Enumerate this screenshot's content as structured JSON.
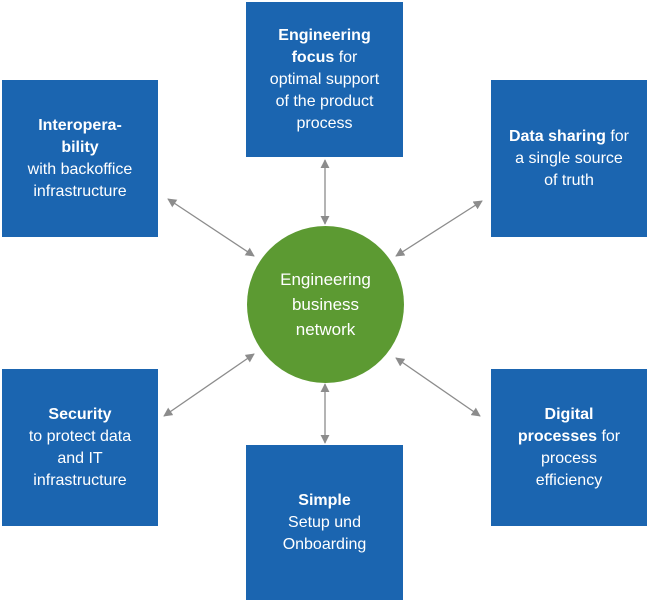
{
  "center": {
    "line1": "Engineering",
    "line2": "business",
    "line3": "network"
  },
  "colors": {
    "box": "#1b65b0",
    "center": "#5c9a32",
    "arrow": "#8c8c8c"
  },
  "boxes": {
    "top": {
      "bold1": "Engineering",
      "bold2": "focus",
      "rest2": " for",
      "line3": "optimal support",
      "line4": "of the product",
      "line5": "process"
    },
    "top_left": {
      "bold1": "Interopera-",
      "bold2": "bility",
      "line3": "with backoffice",
      "line4": "infrastructure"
    },
    "top_right": {
      "bold1": "Data sharing",
      "rest1": " for",
      "line2": "a single source",
      "line3": "of truth"
    },
    "bottom_left": {
      "bold1": "Security",
      "line2": "to protect data",
      "line3": "and IT",
      "line4": "infrastructure"
    },
    "bottom_right": {
      "bold1": "Digital",
      "bold2": "processes",
      "rest2": " for",
      "line3": "process",
      "line4": "efficiency"
    },
    "bottom": {
      "bold1": "Simple",
      "line2": "Setup und",
      "line3": "Onboarding"
    }
  }
}
